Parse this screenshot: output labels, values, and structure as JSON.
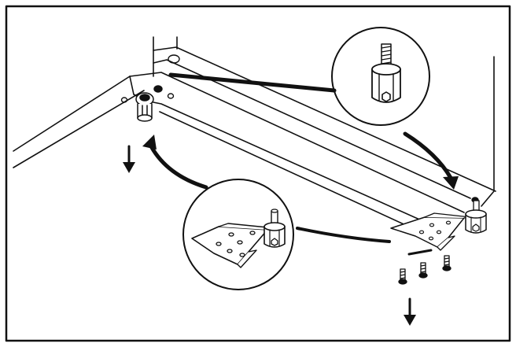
{
  "figure": {
    "kind": "assembly-illustration",
    "background": "#ffffff",
    "line_color": "#111111",
    "detail_callouts": [
      "hinge-pin-detail",
      "hinge-bracket-detail"
    ],
    "direction_arrows": [
      "arrow-down-left",
      "arrow-down-bottom"
    ],
    "screws_shown": 3
  }
}
